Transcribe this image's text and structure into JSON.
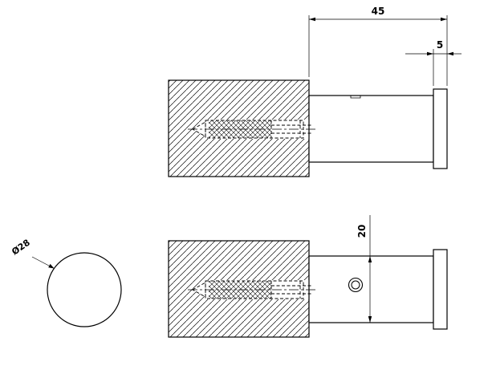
{
  "drawing": {
    "type": "technical-section-drawing",
    "colors": {
      "line": "#000000",
      "background": "#ffffff"
    },
    "dimensions": {
      "projection_length": "45",
      "cap_thickness": "5",
      "screw_offset": "20",
      "diameter": "Ø28"
    }
  }
}
